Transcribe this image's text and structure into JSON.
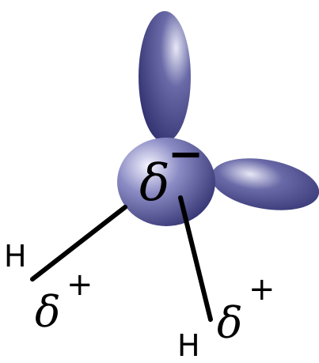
{
  "diagram": {
    "colors": {
      "lobe_dark": "#2f2f6e",
      "lobe_mid": "#6a6aa8",
      "lobe_light": "#e8e8f7",
      "bond": "#000000",
      "text": "#000000"
    },
    "center_atom": {
      "charge_symbol": "δ",
      "charge_sign": "−"
    },
    "hydrogens": [
      {
        "symbol": "H",
        "charge_symbol": "δ",
        "charge_sign": "+"
      },
      {
        "symbol": "H",
        "charge_symbol": "δ",
        "charge_sign": "+"
      }
    ]
  }
}
